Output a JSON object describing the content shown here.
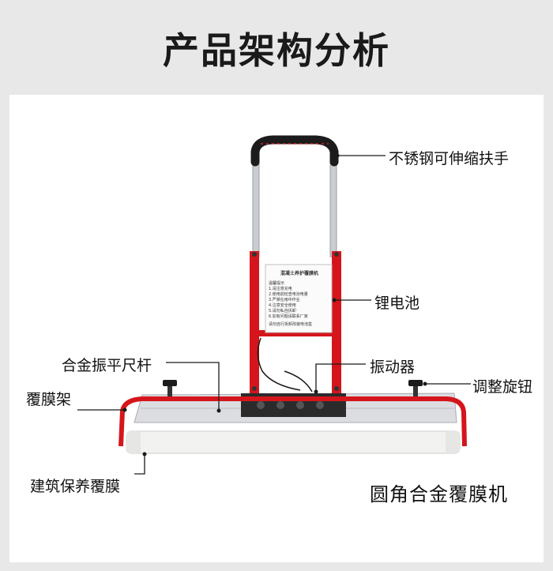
{
  "title": "产品架构分析",
  "caption": "圆角合金覆膜机",
  "box_label": {
    "title": "混凝土养护覆膜机",
    "lines": [
      "温馨提示",
      "1.请注意充电",
      "2.使用前检查电池电量",
      "3.严禁在雨中作业",
      "4.注意安全使用",
      "5.请勿私自拆卸",
      "6.如有问题请联系厂家"
    ],
    "footer": "请勿自行拆卸改装电池盒"
  },
  "labels": {
    "handle": "不锈钢可伸缩扶手",
    "battery": "锂电池",
    "screed_bar": "合金振平尺杆",
    "vibrator": "振动器",
    "adjust_knob": "调整旋钮",
    "film_rack": "覆膜架",
    "film": "建筑保养覆膜"
  },
  "colors": {
    "frame_red": "#d4161c",
    "grip_black": "#1c1c1c",
    "pole_silver": "#c9ccd0",
    "bar_silver": "#dcdde0",
    "film_white": "#f2f2f0"
  }
}
